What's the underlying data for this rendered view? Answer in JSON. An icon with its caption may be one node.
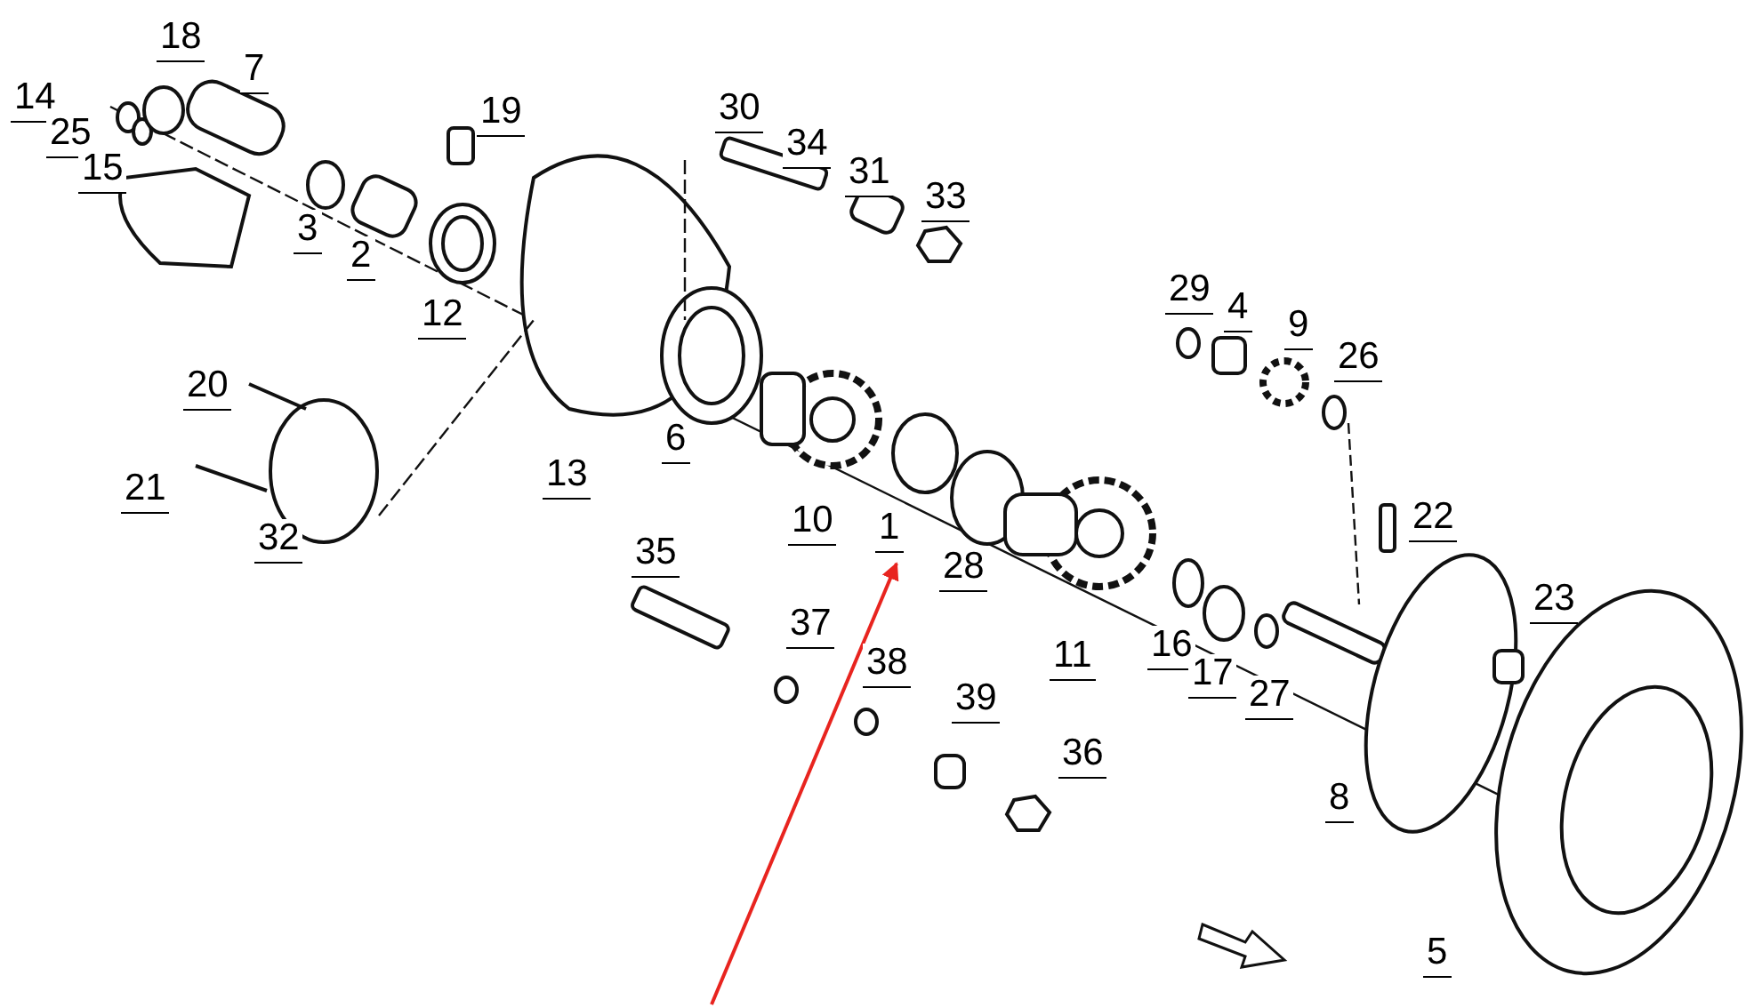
{
  "diagram": {
    "nodes": [
      {
        "text": [
          "18"
        ]
      },
      {
        "text": [
          "7"
        ]
      },
      {
        "text": [
          "14"
        ]
      },
      {
        "text": [
          "25"
        ]
      },
      {
        "text": [
          "19"
        ]
      },
      {
        "text": [
          "30"
        ]
      },
      {
        "text": [
          "34"
        ]
      },
      {
        "text": [
          "15"
        ]
      },
      {
        "text": [
          "31"
        ]
      },
      {
        "text": [
          "33"
        ]
      },
      {
        "text": [
          "3"
        ]
      },
      {
        "text": [
          "2"
        ]
      },
      {
        "text": [
          "12"
        ]
      },
      {
        "text": [
          "29"
        ]
      },
      {
        "text": [
          "4"
        ]
      },
      {
        "text": [
          "9"
        ]
      },
      {
        "text": [
          "26"
        ]
      },
      {
        "text": [
          "20"
        ]
      },
      {
        "text": [
          "21"
        ]
      },
      {
        "text": [
          "13"
        ]
      },
      {
        "text": [
          "6"
        ]
      },
      {
        "text": [
          "32"
        ]
      },
      {
        "text": [
          "35"
        ]
      },
      {
        "text": [
          "10"
        ]
      },
      {
        "text": [
          "1"
        ]
      },
      {
        "text": [
          "28"
        ]
      },
      {
        "text": [
          "22"
        ]
      },
      {
        "text": [
          "23"
        ]
      },
      {
        "text": [
          "37"
        ]
      },
      {
        "text": [
          "38"
        ]
      },
      {
        "text": [
          "39"
        ]
      },
      {
        "text": [
          "11"
        ]
      },
      {
        "text": [
          "16"
        ]
      },
      {
        "text": [
          "17"
        ]
      },
      {
        "text": [
          "27"
        ]
      },
      {
        "text": [
          "36"
        ]
      },
      {
        "text": [
          "8"
        ]
      },
      {
        "text": [
          "5"
        ]
      }
    ],
    "edges": [
      {
        "from": null,
        "to": 24,
        "arrow": "to",
        "color": "#e8241f"
      }
    ]
  }
}
